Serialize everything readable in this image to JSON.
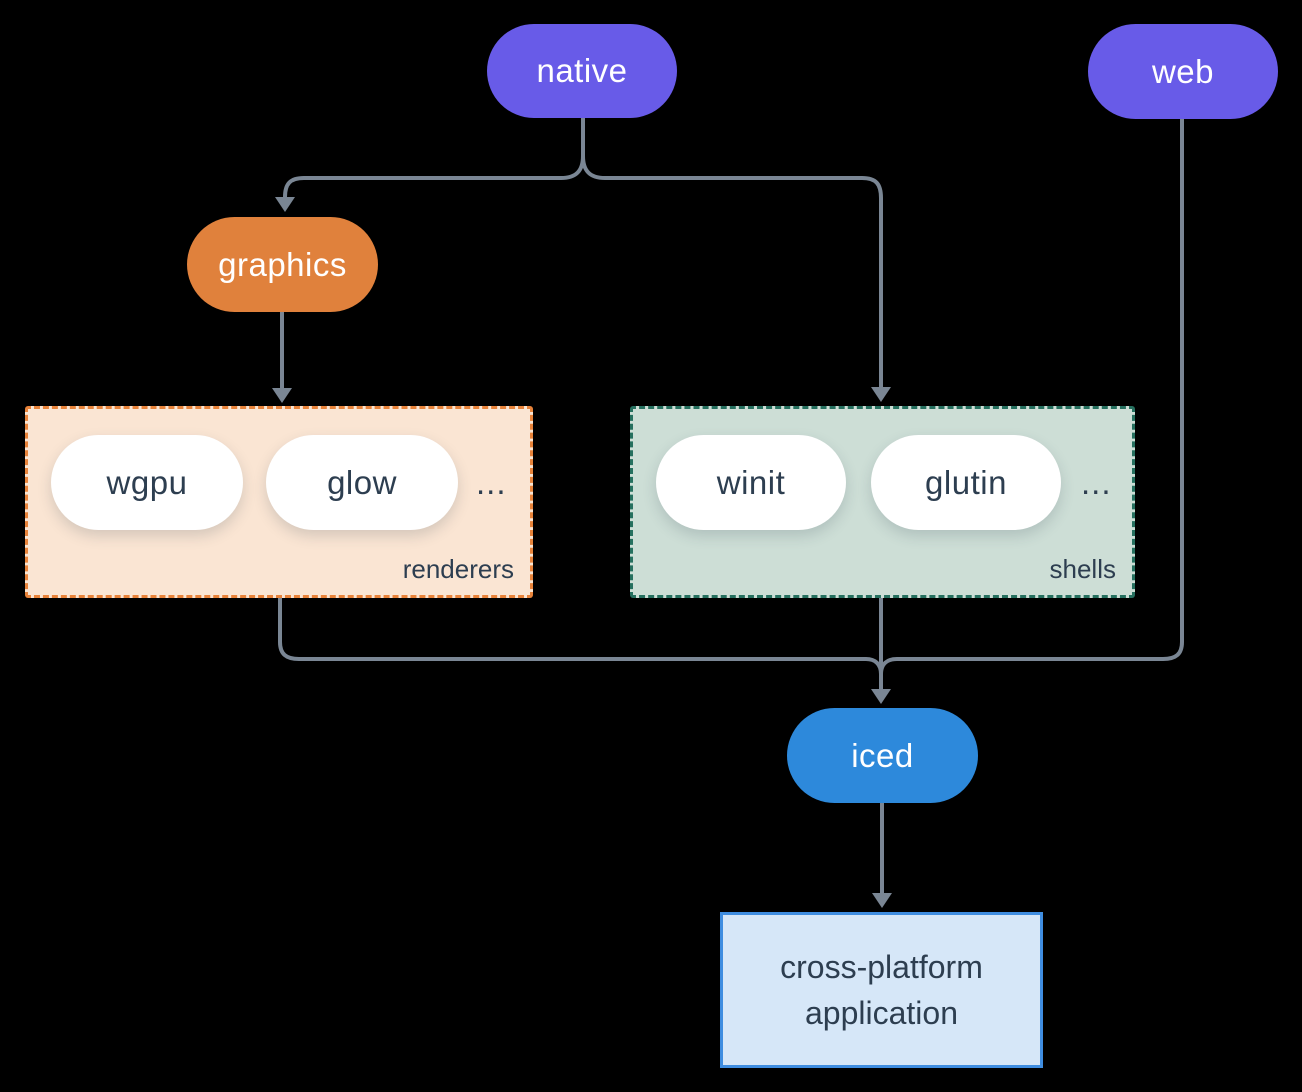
{
  "diagram": {
    "background_color": "#000000",
    "connector_color": "#7A8694",
    "nodes": {
      "native": {
        "label": "native",
        "fill": "#685BE8",
        "text_color": "#FFFFFF"
      },
      "web": {
        "label": "web",
        "fill": "#685BE8",
        "text_color": "#FFFFFF"
      },
      "graphics": {
        "label": "graphics",
        "fill": "#E0813C",
        "text_color": "#FFFFFF"
      },
      "iced": {
        "label": "iced",
        "fill": "#2D89DB",
        "text_color": "#FFFFFF"
      },
      "application": {
        "label": "cross-platform application",
        "fill": "#D6E7F8",
        "border": "#3F8DE0",
        "text_color": "#2D3E50"
      }
    },
    "groups": {
      "renderers": {
        "label": "renderers",
        "items": [
          "wgpu",
          "glow"
        ],
        "ellipsis": "...",
        "fill": "#FAE5D3",
        "border": "#E8833A"
      },
      "shells": {
        "label": "shells",
        "items": [
          "winit",
          "glutin"
        ],
        "ellipsis": "...",
        "fill": "#CDDED6",
        "border": "#26705F"
      }
    },
    "edges": [
      {
        "from": "native",
        "to": "graphics"
      },
      {
        "from": "native",
        "to": "shells"
      },
      {
        "from": "graphics",
        "to": "renderers"
      },
      {
        "from": "renderers",
        "to": "iced"
      },
      {
        "from": "shells",
        "to": "iced"
      },
      {
        "from": "web",
        "to": "iced"
      },
      {
        "from": "iced",
        "to": "application"
      }
    ]
  }
}
